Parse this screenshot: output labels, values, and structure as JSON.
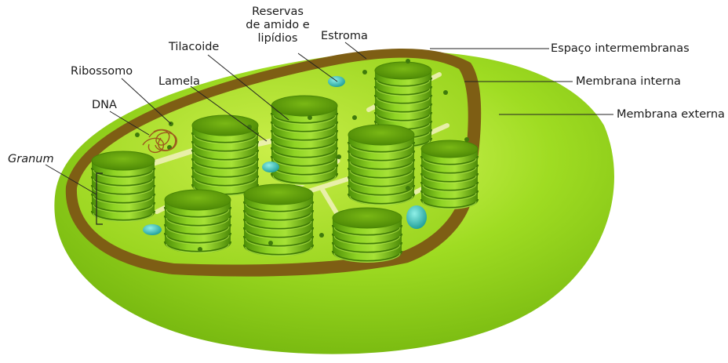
{
  "labels": {
    "reservas_line1": "Reservas",
    "reservas_line2": "de amido e",
    "reservas_line3": "lipídios",
    "estroma": "Estroma",
    "tilacoide": "Tilacoide",
    "ribossomo": "Ribossomo",
    "lamela": "Lamela",
    "dna": "DNA",
    "granum": "Granum",
    "espaco_intermembranas": "Espaço intermembranas",
    "membrana_interna": "Membrana interna",
    "membrana_externa": "Membrana externa"
  },
  "colors": {
    "outer_membrane": "#8fd11a",
    "outer_membrane_light": "#c4ec4c",
    "inner_membrane": "#7a5a12",
    "stroma": "#a9dd28",
    "granum_disc": "#6cb80c",
    "granum_top": "#5a9a0a",
    "lamella": "#e6eda6",
    "starch_lipid": "#2fb8b0",
    "ribosome": "#3f7a0c",
    "dna": "#9c5a1e"
  }
}
